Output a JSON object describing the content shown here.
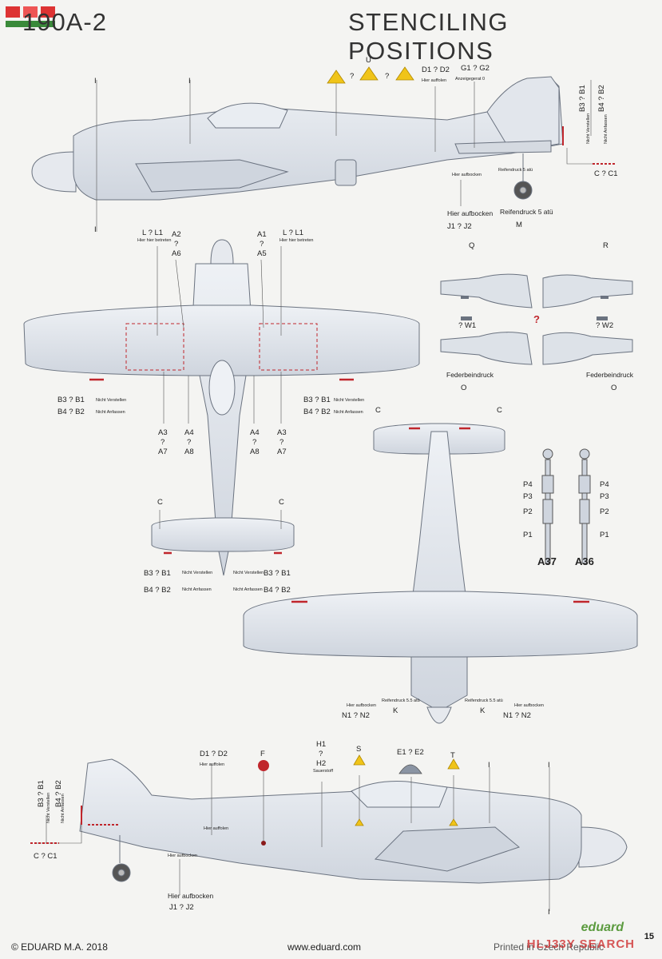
{
  "header": {
    "model": "190A-2",
    "title": "STENCILING POSITIONS"
  },
  "footer": {
    "copyright": "© EDUARD M.A. 2018",
    "website": "www.eduard.com",
    "printed": "Printed in Czech Republic",
    "page": "15",
    "logo_text": "eduard",
    "watermark": "HLJ33Y SEARCH"
  },
  "side_top": {
    "U": "U",
    "q1": "?",
    "q2": "?",
    "D1D2": "D1 ? D2",
    "hier_auffolen": "Hier auffolen",
    "G1G2": "G1 ? G2",
    "anzeigegerat": "Anzeigegerat 0",
    "B3B1": "B3 ? B1",
    "B4B2": "B4 ? B2",
    "nicht_verstellen": "Nicht Verstellen",
    "nicht_anfassen": "Nicht Anfassen",
    "CC1": "C ? C1",
    "reifendruck": "Reifendruck 5 atü",
    "hier_aufbocken": "Hier aufbocken",
    "J1J2": "J1 ? J2",
    "M": "M",
    "I": "I"
  },
  "plan_top": {
    "LL1": "L ? L1",
    "hier_betreten": "Hier hier betreten",
    "A2": "A2",
    "A6": "A6",
    "A1": "A1",
    "A5": "A5",
    "q": "?",
    "B3B1": "B3 ? B1",
    "B4B2": "B4 ? B2",
    "nicht_verstellen": "Nicht Verstellen",
    "nicht_anfassen": "Nicht Anfassen",
    "A3": "A3",
    "A7": "A7",
    "A4": "A4",
    "A8": "A8",
    "C": "C"
  },
  "flaps": {
    "Q": "Q",
    "R": "R",
    "W1": "? W1",
    "W2": "? W2",
    "redq": "?",
    "federbeindruck": "Federbeindruck",
    "O": "O"
  },
  "struts": {
    "P4": "P4",
    "P3": "P3",
    "P2": "P2",
    "P1": "P1",
    "A37": "A37",
    "A36": "A36"
  },
  "plan_bottom": {
    "C": "C",
    "hier_aufbocken": "Hier aufbocken",
    "N1N2": "N1 ? N2",
    "reifendruck": "Reifendruck 5.5 atü",
    "K": "K"
  },
  "side_bottom": {
    "D1D2": "D1 ? D2",
    "hier_auffolen": "Hier auffolen",
    "F": "F",
    "H1": "H1",
    "q": "?",
    "H2": "H2",
    "sauerstoff": "Sauerstoff",
    "S": "S",
    "E1E2": "E1 ? E2",
    "T": "T",
    "I": "I",
    "B3B1": "B3 ? B1",
    "B4B2": "B4 ? B2",
    "nicht_verstellen": "Nicht Verstellen",
    "nicht_anfassen": "Nicht Anfassen",
    "CC1": "C ? C1",
    "hier_aufbocken": "Hier aufbocken",
    "J1J2": "J1 ? J2"
  },
  "colors": {
    "aircraft": "#dde2e8",
    "outline": "#6b7380",
    "stencil_red": "#c0262c",
    "warning_yellow": "#f0c419"
  }
}
